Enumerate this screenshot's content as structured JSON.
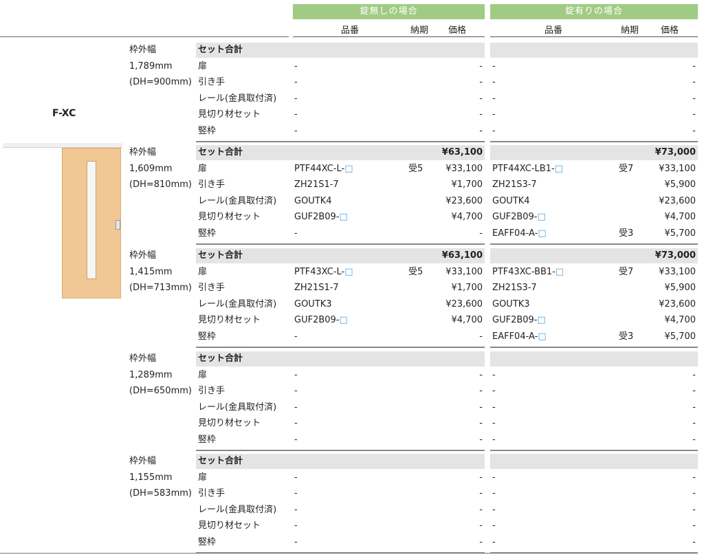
{
  "header": {
    "group_no_lock": "錠無しの場合",
    "group_with_lock": "錠有りの場合",
    "col_part": "品番",
    "col_lead": "納期",
    "col_price": "価格"
  },
  "model": "F-XC",
  "row_labels": {
    "total": "セット合計",
    "door": "扉",
    "handle": "引き手",
    "rail": "レール(金具取付済)",
    "mikiri": "見切り材セット",
    "tatewaku": "竪枠"
  },
  "sections": [
    {
      "frame_label": "枠外幅",
      "frame_width": "1,789mm",
      "dh": "(DH=900mm)",
      "total_nolock": "",
      "total_lock": "",
      "rows": [
        {
          "nl_part": "-",
          "nl_lead": "",
          "nl_price": "-",
          "l_part": "-",
          "l_lead": "",
          "l_price": "-"
        },
        {
          "nl_part": "-",
          "nl_lead": "",
          "nl_price": "-",
          "l_part": "-",
          "l_lead": "",
          "l_price": "-"
        },
        {
          "nl_part": "-",
          "nl_lead": "",
          "nl_price": "-",
          "l_part": "-",
          "l_lead": "",
          "l_price": "-"
        },
        {
          "nl_part": "-",
          "nl_lead": "",
          "nl_price": "-",
          "l_part": "-",
          "l_lead": "",
          "l_price": "-"
        },
        {
          "nl_part": "-",
          "nl_lead": "",
          "nl_price": "-",
          "l_part": "-",
          "l_lead": "",
          "l_price": "-"
        }
      ]
    },
    {
      "frame_label": "枠外幅",
      "frame_width": "1,609mm",
      "dh": "(DH=810mm)",
      "total_nolock": "¥63,100",
      "total_lock": "¥73,000",
      "rows": [
        {
          "nl_part": "PTF44XC-L-",
          "nl_sq": "□",
          "nl_lead": "受5",
          "nl_price": "¥33,100",
          "l_part": "PTF44XC-LB1-",
          "l_sq": "□",
          "l_lead": "受7",
          "l_price": "¥33,100"
        },
        {
          "nl_part": "ZH21S1-7",
          "nl_lead": "",
          "nl_price": "¥1,700",
          "l_part": "ZH21S3-7",
          "l_lead": "",
          "l_price": "¥5,900"
        },
        {
          "nl_part": "GOUTK4",
          "nl_lead": "",
          "nl_price": "¥23,600",
          "l_part": "GOUTK4",
          "l_lead": "",
          "l_price": "¥23,600"
        },
        {
          "nl_part": "GUF2B09-",
          "nl_sq": "□",
          "nl_lead": "",
          "nl_price": "¥4,700",
          "l_part": "GUF2B09-",
          "l_sq": "□",
          "l_lead": "",
          "l_price": "¥4,700"
        },
        {
          "nl_part": "-",
          "nl_lead": "",
          "nl_price": "-",
          "l_part": "EAFF04-A-",
          "l_sq": "□",
          "l_lead": "受3",
          "l_price": "¥5,700"
        }
      ]
    },
    {
      "frame_label": "枠外幅",
      "frame_width": "1,415mm",
      "dh": "(DH=713mm)",
      "total_nolock": "¥63,100",
      "total_lock": "¥73,000",
      "rows": [
        {
          "nl_part": "PTF43XC-L-",
          "nl_sq": "□",
          "nl_lead": "受5",
          "nl_price": "¥33,100",
          "l_part": "PTF43XC-BB1-",
          "l_sq": "□",
          "l_lead": "受7",
          "l_price": "¥33,100"
        },
        {
          "nl_part": "ZH21S1-7",
          "nl_lead": "",
          "nl_price": "¥1,700",
          "l_part": "ZH21S3-7",
          "l_lead": "",
          "l_price": "¥5,900"
        },
        {
          "nl_part": "GOUTK3",
          "nl_lead": "",
          "nl_price": "¥23,600",
          "l_part": "GOUTK3",
          "l_lead": "",
          "l_price": "¥23,600"
        },
        {
          "nl_part": "GUF2B09-",
          "nl_sq": "□",
          "nl_lead": "",
          "nl_price": "¥4,700",
          "l_part": "GUF2B09-",
          "l_sq": "□",
          "l_lead": "",
          "l_price": "¥4,700"
        },
        {
          "nl_part": "-",
          "nl_lead": "",
          "nl_price": "-",
          "l_part": "EAFF04-A-",
          "l_sq": "□",
          "l_lead": "受3",
          "l_price": "¥5,700"
        }
      ]
    },
    {
      "frame_label": "枠外幅",
      "frame_width": "1,289mm",
      "dh": "(DH=650mm)",
      "total_nolock": "",
      "total_lock": "",
      "rows": [
        {
          "nl_part": "-",
          "nl_lead": "",
          "nl_price": "-",
          "l_part": "-",
          "l_lead": "",
          "l_price": "-"
        },
        {
          "nl_part": "-",
          "nl_lead": "",
          "nl_price": "-",
          "l_part": "-",
          "l_lead": "",
          "l_price": "-"
        },
        {
          "nl_part": "-",
          "nl_lead": "",
          "nl_price": "-",
          "l_part": "-",
          "l_lead": "",
          "l_price": "-"
        },
        {
          "nl_part": "-",
          "nl_lead": "",
          "nl_price": "-",
          "l_part": "-",
          "l_lead": "",
          "l_price": "-"
        },
        {
          "nl_part": "-",
          "nl_lead": "",
          "nl_price": "-",
          "l_part": "-",
          "l_lead": "",
          "l_price": "-"
        }
      ]
    },
    {
      "frame_label": "枠外幅",
      "frame_width": "1,155mm",
      "dh": "(DH=583mm)",
      "total_nolock": "",
      "total_lock": "",
      "rows": [
        {
          "nl_part": "-",
          "nl_lead": "",
          "nl_price": "-",
          "l_part": "-",
          "l_lead": "",
          "l_price": "-"
        },
        {
          "nl_part": "-",
          "nl_lead": "",
          "nl_price": "-",
          "l_part": "-",
          "l_lead": "",
          "l_price": "-"
        },
        {
          "nl_part": "-",
          "nl_lead": "",
          "nl_price": "-",
          "l_part": "-",
          "l_lead": "",
          "l_price": "-"
        },
        {
          "nl_part": "-",
          "nl_lead": "",
          "nl_price": "-",
          "l_part": "-",
          "l_lead": "",
          "l_price": "-"
        },
        {
          "nl_part": "-",
          "nl_lead": "",
          "nl_price": "-",
          "l_part": "-",
          "l_lead": "",
          "l_price": "-"
        }
      ]
    }
  ]
}
